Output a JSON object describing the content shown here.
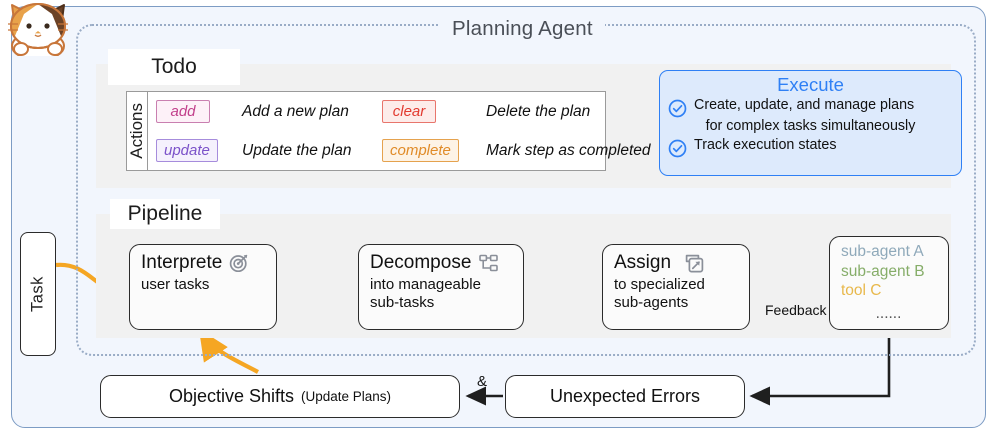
{
  "frame": {
    "agent_title": "Planning Agent",
    "accent_blue": "#2f80f5",
    "arrow_orange": "#f5a623",
    "frame_border": "#7d9cc4",
    "dotted_border": "#9aacc6"
  },
  "task": {
    "label": "Task"
  },
  "todo": {
    "section_label": "Todo",
    "actions_header": "Actions",
    "actions": [
      {
        "tag": "add",
        "desc": "Add a new plan",
        "color": "#c2418c"
      },
      {
        "tag": "clear",
        "desc": "Delete the plan",
        "color": "#e2392f"
      },
      {
        "tag": "update",
        "desc": "Update the plan",
        "color": "#7b52c9"
      },
      {
        "tag": "complete",
        "desc": "Mark step as completed",
        "color": "#e08b28"
      }
    ]
  },
  "execute": {
    "title": "Execute",
    "bullets": [
      "Create, update, and manage plans",
      "Track execution states"
    ],
    "bullet1_line2": "for complex tasks simultaneously",
    "icon": "check-circle-icon"
  },
  "pipeline": {
    "section_label": "Pipeline",
    "steps": [
      {
        "title": "Interprete",
        "sub": "user tasks",
        "icon": "target-icon"
      },
      {
        "title": "Decompose",
        "sub": "into manageable\nsub-tasks",
        "icon": "hierarchy-icon"
      },
      {
        "title": "Assign",
        "sub": "to specialized\nsub-agents",
        "icon": "external-link-icon"
      }
    ],
    "step_subs": {
      "interpret": "user tasks",
      "decompose_line1": "into manageable",
      "decompose_line2": "sub-tasks",
      "assign_line1": "to specialized",
      "assign_line2": "sub-agents"
    },
    "feedback_label": "Feedback",
    "agents": [
      {
        "name": "sub-agent A",
        "color": "#8fa9ba"
      },
      {
        "name": "sub-agent B",
        "color": "#86ad69"
      },
      {
        "name": "tool C",
        "color": "#e8b84b"
      }
    ],
    "agents_ellipsis": "......"
  },
  "bottom": {
    "objective_main": "Objective Shifts",
    "objective_sub": "(Update Plans)",
    "conjunction": "&",
    "errors_label": "Unexpected Errors"
  }
}
